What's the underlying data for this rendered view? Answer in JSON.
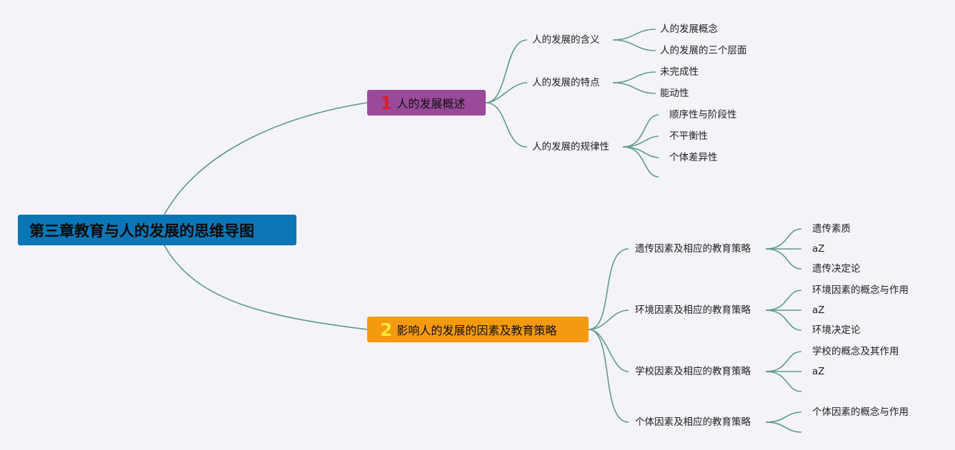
{
  "root": {
    "label": "第三章教育与人的发展的思维导图"
  },
  "branch1": {
    "number": "1",
    "label": "人的发展概述",
    "color": "#9b4a9a",
    "children": [
      {
        "label": "人的发展的含义",
        "children": [
          "人的发展概念",
          "人的发展的三个层面"
        ]
      },
      {
        "label": "人的发展的特点",
        "children": [
          "未完成性",
          "能动性"
        ]
      },
      {
        "label": "人的发展的规律性",
        "children": [
          "顺序性与阶段性",
          "不平衡性",
          "个体差异性",
          ""
        ]
      }
    ]
  },
  "branch2": {
    "number": "2",
    "label": "影响人的发展的因素及教育策略",
    "color": "#f39a10",
    "children": [
      {
        "label": "遗传因素及相应的教育策略",
        "children": [
          "遗传素质",
          "aZ",
          "遗传决定论"
        ]
      },
      {
        "label": "环境因素及相应的教育策略",
        "children": [
          "环境因素的概念与作用",
          "aZ",
          "环境决定论"
        ]
      },
      {
        "label": "学校因素及相应的教育策略",
        "children": [
          "学校的概念及其作用",
          "aZ",
          ""
        ]
      },
      {
        "label": "个体因素及相应的教育策略",
        "children": [
          "个体因素的概念与作用",
          ""
        ]
      }
    ]
  },
  "colors": {
    "root": "#0b76b6",
    "line": "#5f9a8c",
    "background": "#f3f3f9"
  }
}
